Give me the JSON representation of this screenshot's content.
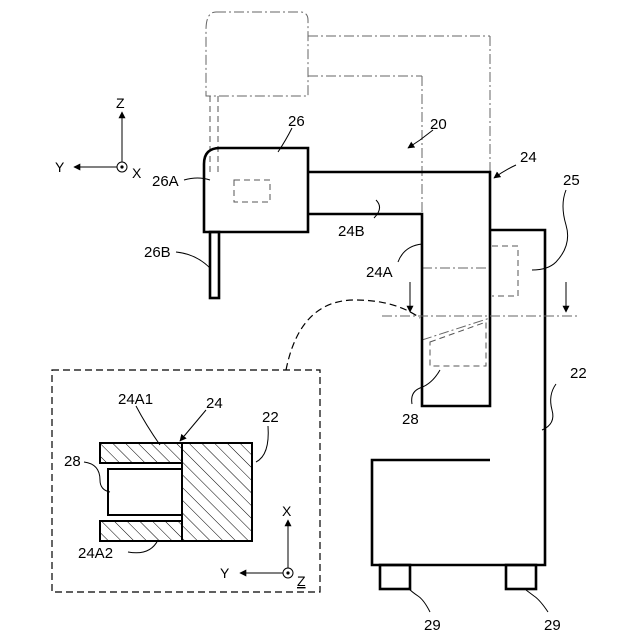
{
  "labels": {
    "l20": "20",
    "l24": "24",
    "l25": "25",
    "l26": "26",
    "l26A": "26A",
    "l26B": "26B",
    "l24B": "24B",
    "l24A": "24A",
    "l22": "22",
    "l28": "28",
    "l29a": "29",
    "l29b": "29",
    "inset_24A1": "24A1",
    "inset_24": "24",
    "inset_22": "22",
    "inset_28": "28",
    "inset_24A2": "24A2"
  },
  "axes_main": {
    "z": "Z",
    "y": "Y",
    "x": "X"
  },
  "axes_inset": {
    "x": "X",
    "y": "Y",
    "z": "Z"
  }
}
